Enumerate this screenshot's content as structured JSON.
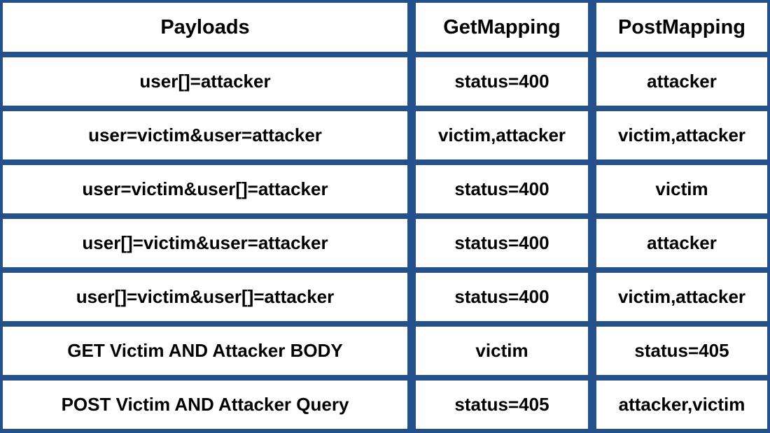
{
  "table": {
    "accent_color": "#24508C",
    "cell_background": "#ffffff",
    "text_color": "#000000",
    "columns": [
      "Payloads",
      "GetMapping",
      "PostMapping"
    ],
    "rows": [
      {
        "payload": "user[]=attacker",
        "get_mapping": "status=400",
        "post_mapping": "attacker"
      },
      {
        "payload": "user=victim&user=attacker",
        "get_mapping": "victim,attacker",
        "post_mapping": "victim,attacker"
      },
      {
        "payload": "user=victim&user[]=attacker",
        "get_mapping": "status=400",
        "post_mapping": "victim"
      },
      {
        "payload": "user[]=victim&user=attacker",
        "get_mapping": "status=400",
        "post_mapping": "attacker"
      },
      {
        "payload": "user[]=victim&user[]=attacker",
        "get_mapping": "status=400",
        "post_mapping": "victim,attacker"
      },
      {
        "payload": "GET Victim AND Attacker BODY",
        "get_mapping": "victim",
        "post_mapping": "status=405"
      },
      {
        "payload": "POST Victim AND Attacker Query",
        "get_mapping": "status=405",
        "post_mapping": "attacker,victim"
      }
    ]
  }
}
